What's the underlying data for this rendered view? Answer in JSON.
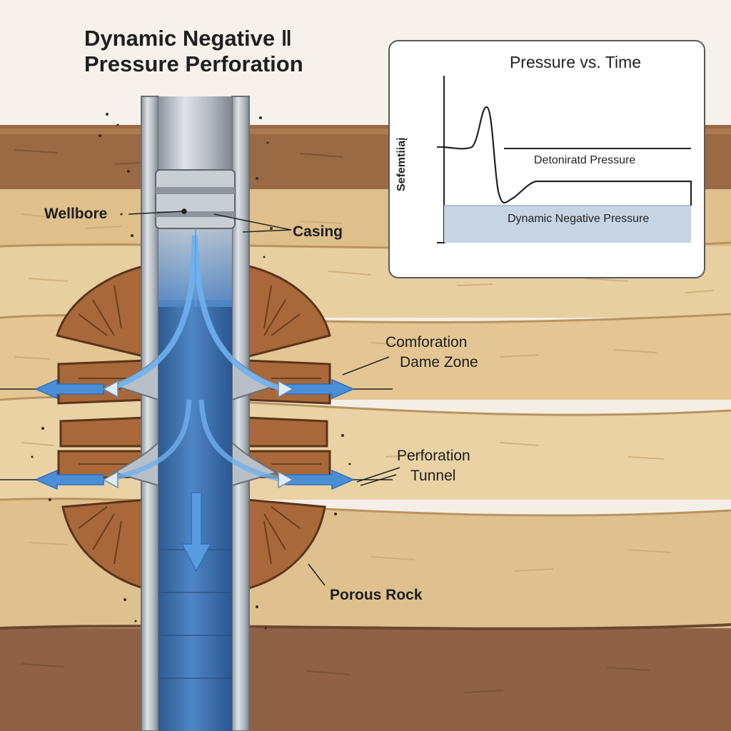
{
  "title": {
    "line1": "Dynamic Negative ‖",
    "line2": "Pressure Perforation"
  },
  "labels": {
    "wellbore": "Wellbore",
    "casing": "Casing",
    "damage_zone_line1": "Comforation",
    "damage_zone_line2": "Dame Zone",
    "perforation_line1": "Perforation",
    "perforation_line2": "Tunnel",
    "porous_rock": "Porous Rock"
  },
  "inset_chart": {
    "title": "Pressure vs. Time",
    "ylabel": "Sefemtiiaį",
    "detonation_label": "Detoniratd Pressure",
    "negative_label": "Dynamic Negative Pressure"
  },
  "colors": {
    "sand": "#e8cfa0",
    "sand_dark": "#c9a56f",
    "clay_layer": "#9a6a45",
    "fluid_blue": "#3f74b2",
    "arrow_blue": "#4a8fd6",
    "steel": "#b9bfc6",
    "chart_band": "#c7d4e2"
  }
}
